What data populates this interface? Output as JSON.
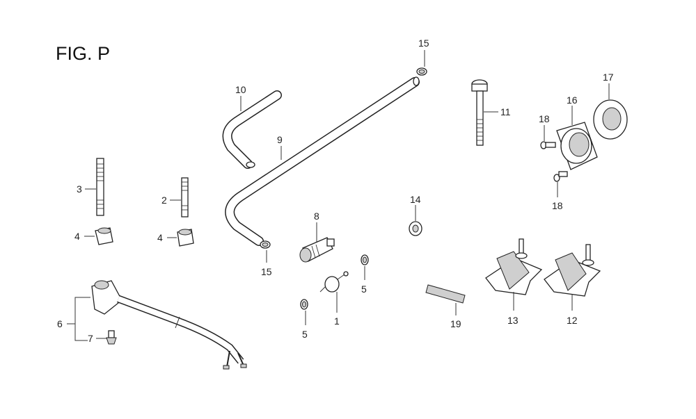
{
  "figure_title": "FIG. P",
  "callouts": {
    "c1": "1",
    "c2": "2",
    "c3": "3",
    "c4a": "4",
    "c4b": "4",
    "c5a": "5",
    "c5b": "5",
    "c6": "6",
    "c7": "7",
    "c8": "8",
    "c9": "9",
    "c10": "10",
    "c11": "11",
    "c12": "12",
    "c13": "13",
    "c14": "14",
    "c15a": "15",
    "c15b": "15",
    "c16": "16",
    "c17": "17",
    "c18a": "18",
    "c18b": "18",
    "c19": "19"
  }
}
